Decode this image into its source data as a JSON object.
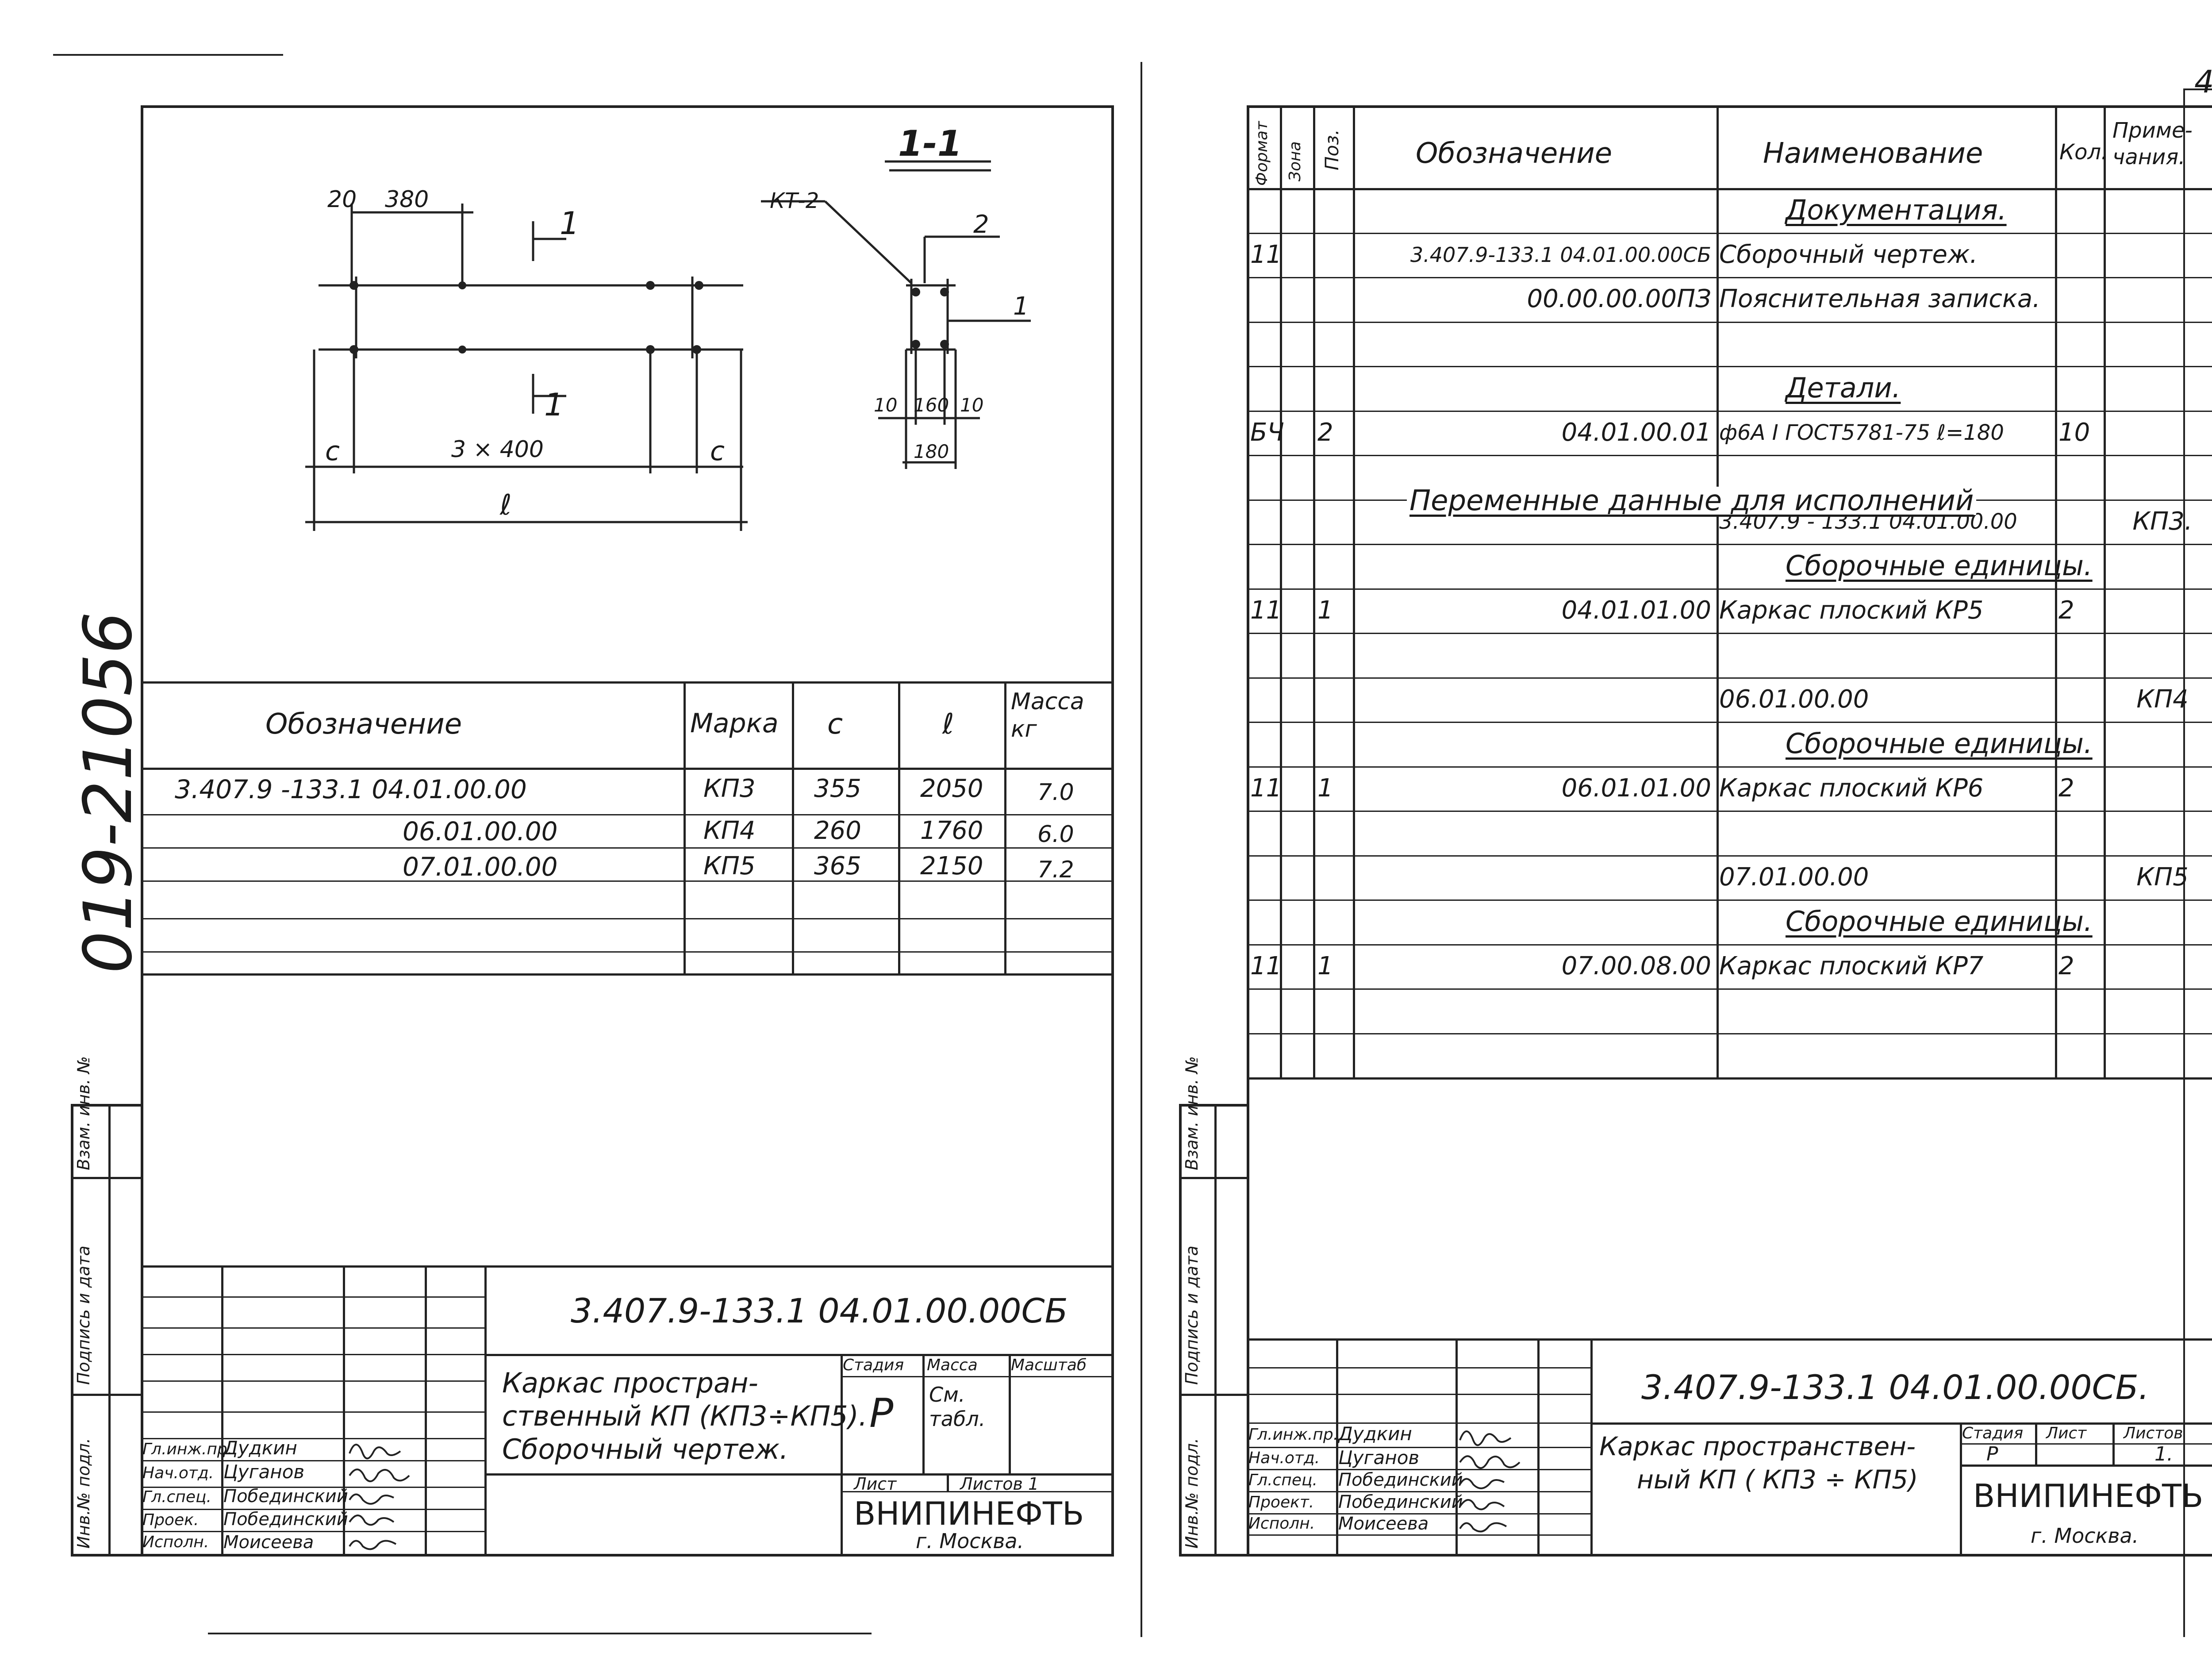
{
  "page_number": "4",
  "stamp_number": "019-21056",
  "left_sheet": {
    "drawing": {
      "section_label": "1-1",
      "dims": {
        "d20": "20",
        "d380": "380",
        "c_left": "c",
        "span": "3 × 400",
        "c_right": "c",
        "length": "ℓ",
        "cut_mark": "1"
      },
      "section": {
        "leader": "КТ-2",
        "pos2": "2",
        "pos1": "1",
        "d10a": "10",
        "d160": "160",
        "d10b": "10",
        "d180": "180"
      }
    },
    "table": {
      "headers": [
        "Обозначение",
        "Марка",
        "c",
        "ℓ",
        "Масса кг"
      ],
      "rows": [
        {
          "designation": "3.407.9 -133.1  04.01.00.00",
          "mark": "КП3",
          "c": "355",
          "l": "2050",
          "mass": "7.0"
        },
        {
          "designation": "06.01.00.00",
          "mark": "КП4",
          "c": "260",
          "l": "1760",
          "mass": "6.0"
        },
        {
          "designation": "07.01.00.00",
          "mark": "КП5",
          "c": "365",
          "l": "2150",
          "mass": "7.2"
        }
      ]
    },
    "side_labels": [
      "Инв.№ подл.",
      "Подпись и дата",
      "Взам. инв. №"
    ],
    "title_block": {
      "code": "3.407.9-133.1  04.01.00.00СБ",
      "name_line1": "Каркас простран-",
      "name_line2": "ственный КП (КП3÷КП5).",
      "name_line3": "Сборочный чертеж.",
      "stage_h": "Стадия",
      "mass_h": "Масса",
      "scale_h": "Масштаб",
      "stage": "Р",
      "mass_v": "См. табл.",
      "sheet_h": "Лист",
      "sheets_h": "Листов 1",
      "org": "ВНИПИНЕФТЬ",
      "city": "г. Москва.",
      "people": [
        {
          "role": "Гл.инж.пр.",
          "name": "Дудкин"
        },
        {
          "role": "Нач.отд.",
          "name": "Цуганов"
        },
        {
          "role": "Гл.спец.",
          "name": "Побединский"
        },
        {
          "role": "Проек.",
          "name": "Побединский"
        },
        {
          "role": "Исполн.",
          "name": "Моисеева"
        }
      ]
    }
  },
  "right_sheet": {
    "header": {
      "format": "Формат",
      "zone": "Зона",
      "pos": "Поз.",
      "designation": "Обозначение",
      "name": "Наименование",
      "qty": "Кол.",
      "note": "Приме-чания."
    },
    "rows": [
      {
        "fmt": "",
        "pos": "",
        "des": "",
        "name": "Документация.",
        "qty": "",
        "note": "",
        "u": true
      },
      {
        "fmt": "11",
        "pos": "",
        "des": "3.407.9-133.1  04.01.00.00СБ",
        "name": "Сборочный чертеж.",
        "qty": "",
        "note": ""
      },
      {
        "fmt": "",
        "pos": "",
        "des": "00.00.00.00ПЗ",
        "name": "Пояснительная записка.",
        "qty": "",
        "note": ""
      },
      {
        "fmt": "",
        "pos": "",
        "des": "",
        "name": "",
        "qty": "",
        "note": ""
      },
      {
        "fmt": "",
        "pos": "",
        "des": "",
        "name": "Детали.",
        "qty": "",
        "note": "",
        "u": true
      },
      {
        "fmt": "БЧ",
        "pos": "2",
        "des": "04.01.00.01",
        "name": "ф6А I ГОСТ5781-75 ℓ=180",
        "qty": "10",
        "note": ""
      },
      {
        "fmt": "",
        "pos": "",
        "des": "",
        "name": "",
        "qty": "",
        "note": ""
      },
      {
        "fmt": "",
        "pos": "",
        "des": "",
        "name": "3.407.9 - 133.1  04.01.00.00",
        "qty": "",
        "note": "КП3."
      },
      {
        "fmt": "",
        "pos": "",
        "des": "",
        "name": "Сборочные единицы.",
        "qty": "",
        "note": "",
        "u": true
      },
      {
        "fmt": "11",
        "pos": "1",
        "des": "04.01.01.00",
        "name": "Каркас плоский КР5",
        "qty": "2",
        "note": ""
      },
      {
        "fmt": "",
        "pos": "",
        "des": "",
        "name": "",
        "qty": "",
        "note": ""
      },
      {
        "fmt": "",
        "pos": "",
        "des": "",
        "name": "06.01.00.00",
        "qty": "",
        "note": "КП4"
      },
      {
        "fmt": "",
        "pos": "",
        "des": "",
        "name": "Сборочные единицы.",
        "qty": "",
        "note": "",
        "u": true
      },
      {
        "fmt": "11",
        "pos": "1",
        "des": "06.01.01.00",
        "name": "Каркас плоский КР6",
        "qty": "2",
        "note": ""
      },
      {
        "fmt": "",
        "pos": "",
        "des": "",
        "name": "",
        "qty": "",
        "note": ""
      },
      {
        "fmt": "",
        "pos": "",
        "des": "",
        "name": "07.01.00.00",
        "qty": "",
        "note": "КП5"
      },
      {
        "fmt": "",
        "pos": "",
        "des": "",
        "name": "Сборочные единицы.",
        "qty": "",
        "note": "",
        "u": true
      },
      {
        "fmt": "11",
        "pos": "1",
        "des": "07.00.08.00",
        "name": "Каркас плоский КР7",
        "qty": "2",
        "note": ""
      },
      {
        "fmt": "",
        "pos": "",
        "des": "",
        "name": "",
        "qty": "",
        "note": ""
      },
      {
        "fmt": "",
        "pos": "",
        "des": "",
        "name": "",
        "qty": "",
        "note": ""
      }
    ],
    "variable_data": "Переменные данные для исполнений",
    "side_labels": [
      "Инв.№ подл.",
      "Подпись и дата",
      "Взам. инв. №"
    ],
    "title_block": {
      "code": "3.407.9-133.1  04.01.00.00СБ.",
      "name_line1": "Каркас пространствен-",
      "name_line2": "ный  КП ( КП3 ÷ КП5)",
      "stage_h": "Стадия",
      "sheet_h": "Лист",
      "sheets_h": "Листов",
      "stage": "Р",
      "sheets": "1.",
      "org": "ВНИПИНЕФТЬ",
      "city": "г. Москва.",
      "people": [
        {
          "role": "Гл.инж.пр.",
          "name": "Дудкин"
        },
        {
          "role": "Нач.отд.",
          "name": "Цуганов"
        },
        {
          "role": "Гл.спец.",
          "name": "Побединский"
        },
        {
          "role": "Проект.",
          "name": "Побединский"
        },
        {
          "role": "Исполн.",
          "name": "Моисеева"
        }
      ]
    }
  }
}
